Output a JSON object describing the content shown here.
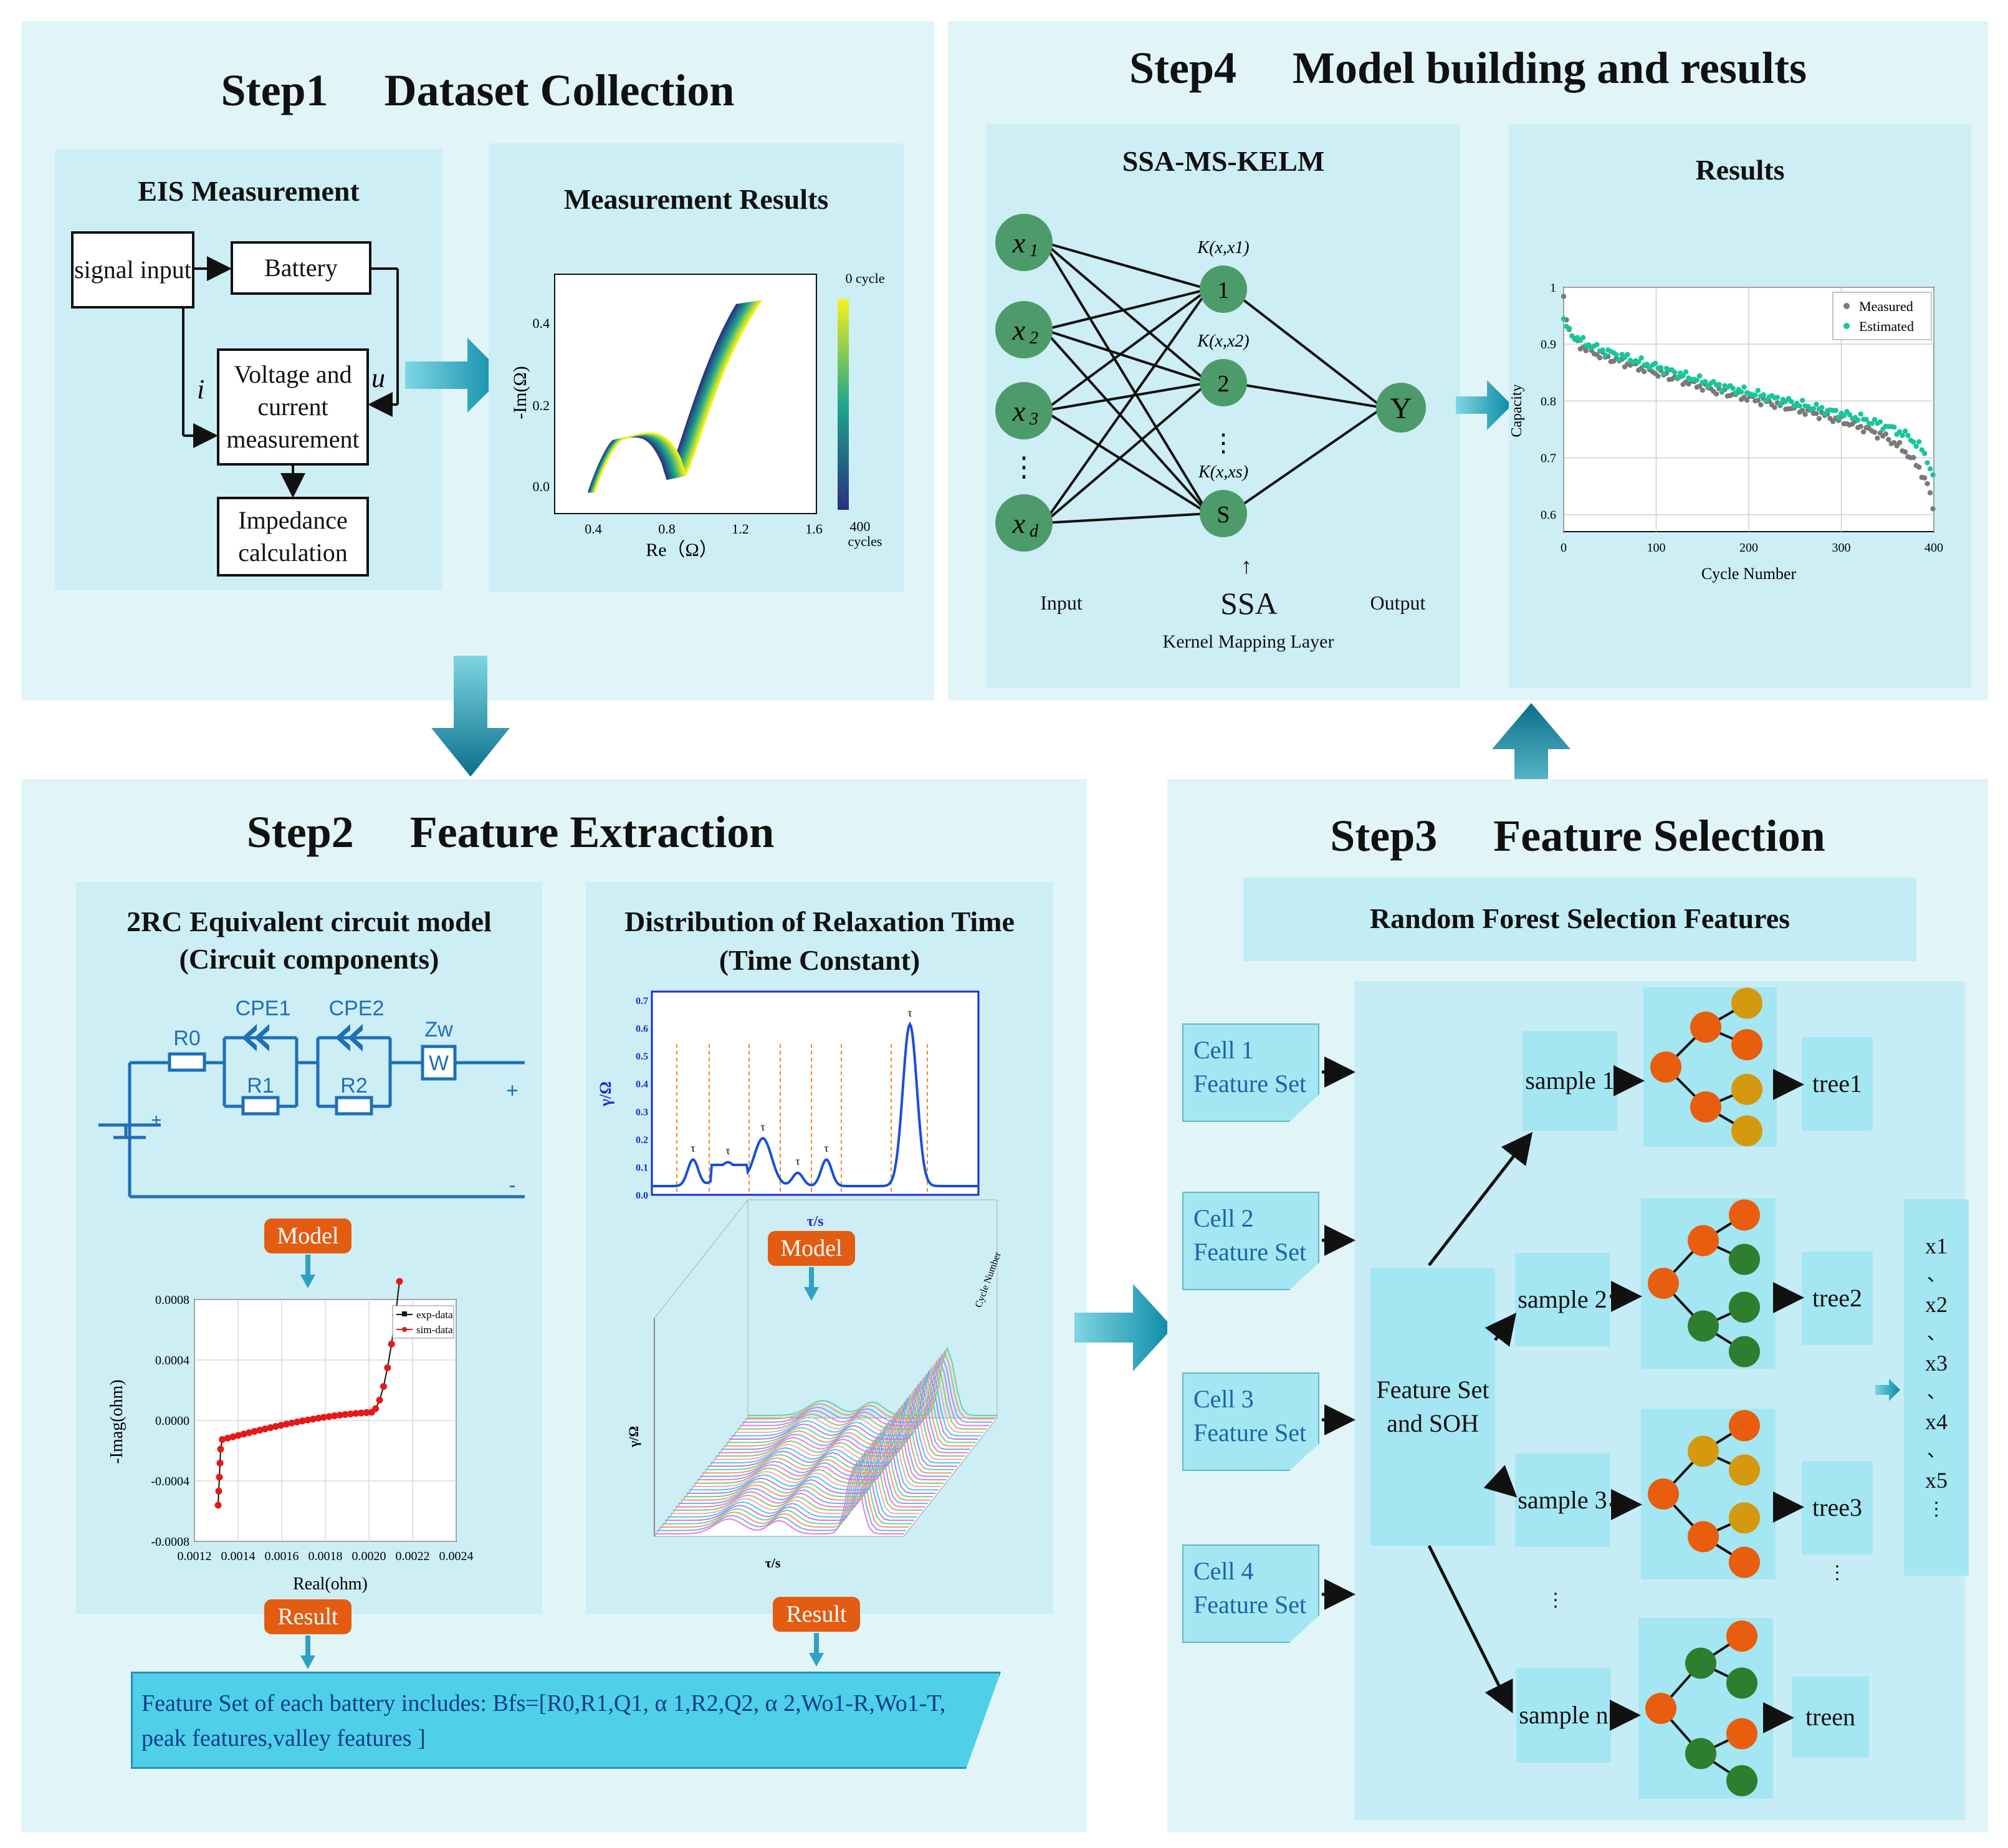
{
  "step1": {
    "title": "Step1     Dataset Collection",
    "eis": {
      "title": "EIS Measurement",
      "signal_input": "signal input",
      "battery": "Battery",
      "voltage_current": "Voltage and current measurement",
      "impedance": "Impedance calculation",
      "label_i": "i",
      "label_u": "u"
    },
    "results": {
      "title": "Measurement Results",
      "ylabel": "-Im(Ω)",
      "xlabel": "Re（Ω）",
      "yticks": [
        "0.4",
        "0.2",
        "0.0"
      ],
      "xticks": [
        "0.4",
        "0.8",
        "1.2",
        "1.6"
      ],
      "colorbar_top": "0 cycle",
      "colorbar_bottom_1": "400",
      "colorbar_bottom_2": "cycles"
    }
  },
  "step2": {
    "title": "Step2     Feature Extraction",
    "rc": {
      "title_1": "2RC Equivalent circuit model",
      "title_2": "(Circuit components)",
      "labels": {
        "r0": "R0",
        "cpe1": "CPE1",
        "cpe2": "CPE2",
        "zw": "Zw",
        "w": "W",
        "r1": "R1",
        "r2": "R2",
        "plus": "+",
        "minus": "-"
      },
      "model_btn": "Model",
      "result_btn": "Result",
      "fit_chart": {
        "ylabel": "-Imag(ohm)",
        "xlabel": "Real(ohm)",
        "yticks": [
          "0.0008",
          "0.0004",
          "0.0000",
          "-0.0004",
          "-0.0008"
        ],
        "xticks": [
          "0.0012",
          "0.0014",
          "0.0016",
          "0.0018",
          "0.0020",
          "0.0022",
          "0.0024"
        ],
        "legend": [
          "exp-data",
          "sim-data"
        ]
      }
    },
    "drt": {
      "title_1": "Distribution of Relaxation Time",
      "title_2": "(Time Constant)",
      "model_btn": "Model",
      "result_btn": "Result",
      "drt_chart": {
        "ylabel": "γ/Ω",
        "xlabel": "τ/s",
        "yticks": [
          "0.7",
          "0.6",
          "0.5",
          "0.4",
          "0.3",
          "0.2",
          "0.1",
          "0.0"
        ],
        "peak_label": "τ"
      },
      "drt3d": {
        "ylabel": "γ/Ω",
        "xlabel": "τ/s",
        "zlabel": "Cycle Number"
      }
    },
    "feature_note": "Feature Set of each battery includes: Bfs=[R0,R1,Q1, α 1,R2,Q2, α 2,Wo1-R,Wo1-T, peak features,valley features ]"
  },
  "step3": {
    "title": "Step3     Feature Selection",
    "rf_title": "Random Forest Selection Features",
    "cells": [
      "Cell 1 Feature Set",
      "Cell 2 Feature Set",
      "Cell 3 Feature Set",
      "Cell 4 Feature Set"
    ],
    "feature_soh": "Feature Set and SOH",
    "samples": [
      "sample 1",
      "sample 2",
      "sample 3",
      "sample n"
    ],
    "trees": [
      "tree1",
      "tree2",
      "tree3",
      "treen"
    ],
    "ellipsis": "⋮",
    "selected": [
      "x1",
      "、",
      "x2",
      "、",
      "x3",
      "、",
      "x4",
      "、",
      "x5",
      "⋮"
    ]
  },
  "step4": {
    "title": "Step4     Model building and results",
    "model": {
      "title": "SSA-MS-KELM",
      "inputs": [
        "x",
        "x",
        "x",
        "x"
      ],
      "input_subs": [
        "1",
        "2",
        "3",
        "d"
      ],
      "kernels": [
        "1",
        "2",
        "S"
      ],
      "kernel_labels": [
        "K(x,x1)",
        "K(x,x2)",
        "K(x,xs)"
      ],
      "output": "Y",
      "input_label": "Input",
      "output_label": "Output",
      "ssa": "SSA",
      "layer_label": "Kernel Mapping Layer"
    },
    "results": {
      "title": "Results",
      "legend": [
        "Measured",
        "Estimated"
      ]
    }
  },
  "chart_data": {
    "type": "scatter",
    "xlabel": "Cycle Number",
    "ylabel": "Capacity",
    "xlim": [
      0,
      400
    ],
    "ylim": [
      0.57,
      1.0
    ],
    "xticks": [
      "0",
      "100",
      "200",
      "300",
      "400"
    ],
    "yticks": [
      "1",
      "0.9",
      "0.8",
      "0.7",
      "0.6"
    ],
    "grid": true,
    "legend_position": "top-right",
    "series": [
      {
        "name": "Measured",
        "color": "#7a7a7a",
        "x": [
          0,
          5,
          10,
          20,
          40,
          60,
          80,
          100,
          130,
          160,
          200,
          240,
          280,
          320,
          350,
          370,
          385,
          395,
          400
        ],
        "y": [
          0.98,
          0.93,
          0.91,
          0.895,
          0.88,
          0.87,
          0.86,
          0.85,
          0.835,
          0.82,
          0.805,
          0.79,
          0.775,
          0.755,
          0.735,
          0.71,
          0.68,
          0.645,
          0.6
        ]
      },
      {
        "name": "Estimated",
        "color": "#17c79a",
        "x": [
          0,
          5,
          10,
          20,
          40,
          60,
          80,
          100,
          130,
          160,
          200,
          240,
          280,
          320,
          350,
          370,
          385,
          395,
          400
        ],
        "y": [
          0.94,
          0.925,
          0.915,
          0.905,
          0.89,
          0.88,
          0.87,
          0.86,
          0.845,
          0.83,
          0.815,
          0.8,
          0.785,
          0.77,
          0.755,
          0.74,
          0.72,
          0.69,
          0.66
        ]
      }
    ]
  }
}
